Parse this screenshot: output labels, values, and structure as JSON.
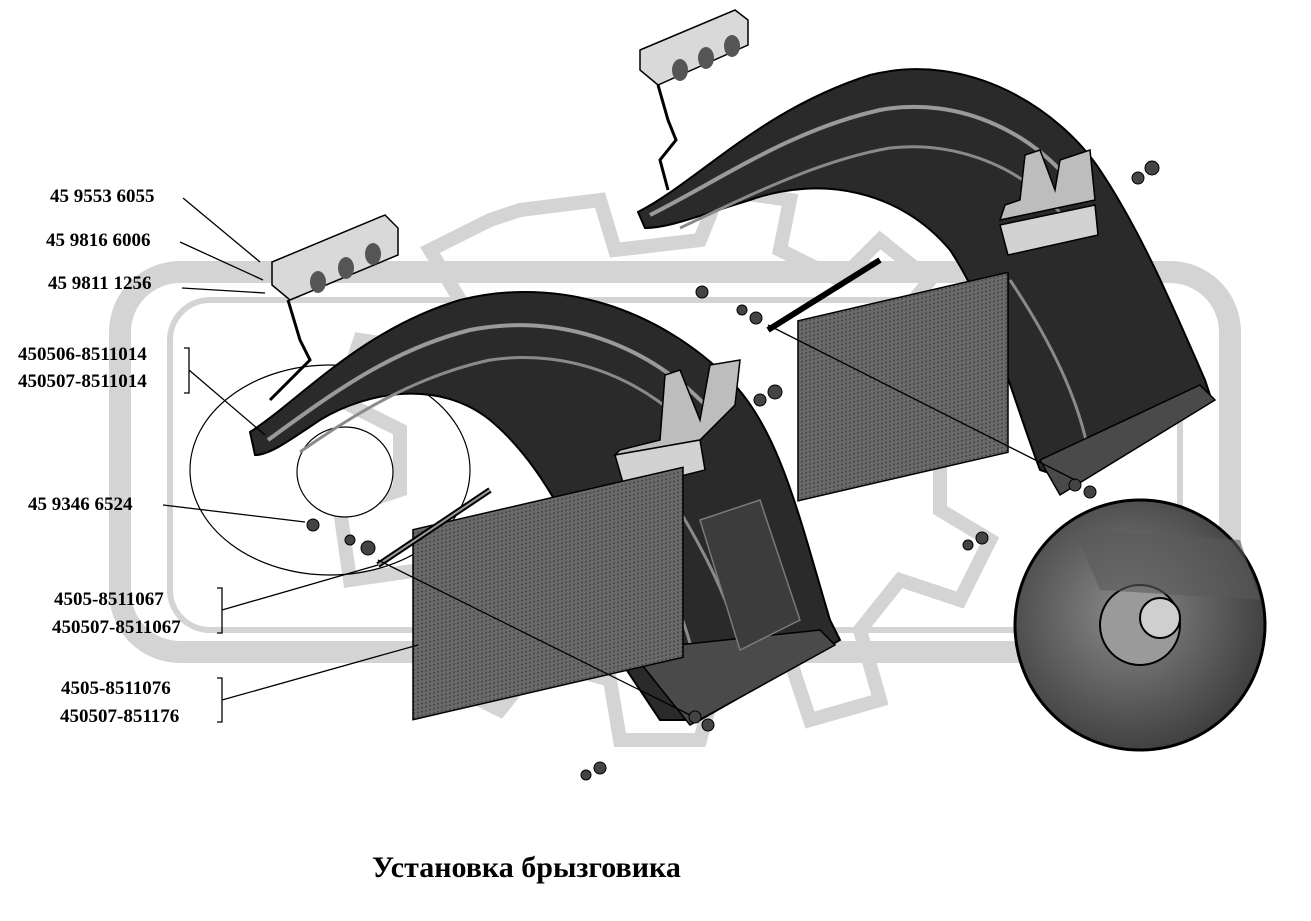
{
  "title": "Установка брызговика",
  "labels": {
    "l1": "45 9553 6055",
    "l2": "45 9816 6006",
    "l3": "45 9811 1256",
    "l4a": "450506-8511014",
    "l4b": "450507-8511014",
    "l5": "45 9346 6524",
    "l6a": "4505-8511067",
    "l6b": "450507-8511067",
    "l7a": "4505-8511076",
    "l7b": "450507-851176"
  },
  "colors": {
    "fender": "#2a2a2a",
    "fender_highlight": "#9a9a9a",
    "watermark": "#e6e6e6",
    "mudflap": "#5c5c5c",
    "line": "#000000"
  }
}
